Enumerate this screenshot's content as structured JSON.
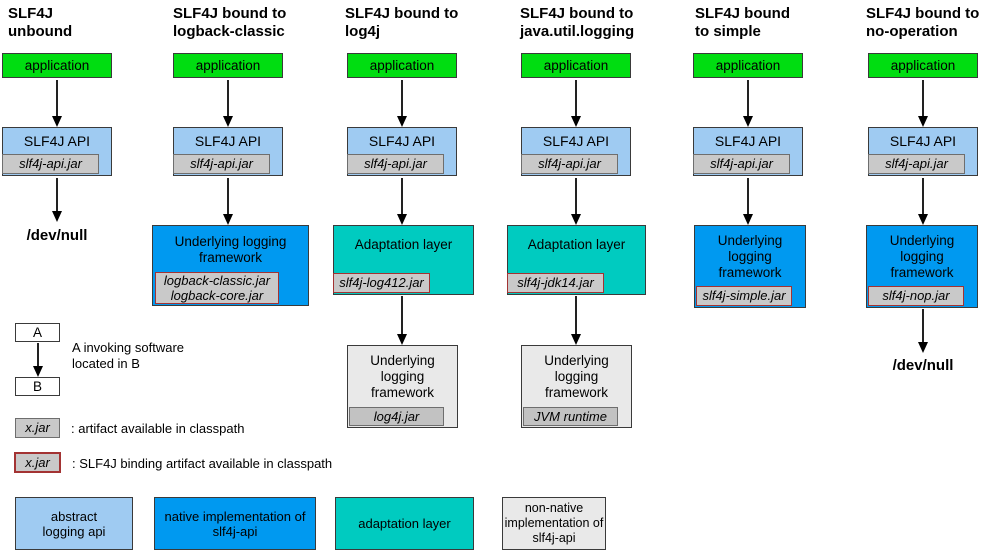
{
  "colors": {
    "application_green": "#00dd11",
    "abstract_api_light_blue": "#9fcbf2",
    "native_impl_blue": "#0099f0",
    "adaptation_teal": "#00cbc0",
    "non_native_grey": "#e9e9e9",
    "artifact_grey": "#c9c9c9",
    "binding_border_red": "#a33333"
  },
  "columns": [
    {
      "title_line1": "SLF4J",
      "title_line2": "unbound",
      "application_label": "application",
      "api_label": "SLF4J API",
      "api_jar": "slf4j-api.jar",
      "sink_label": "/dev/null"
    },
    {
      "title_line1": "SLF4J bound to",
      "title_line2": "logback-classic",
      "application_label": "application",
      "api_label": "SLF4J API",
      "api_jar": "slf4j-api.jar",
      "framework_label": "Underlying logging framework",
      "framework_jars": [
        "logback-classic.jar",
        "logback-core.jar"
      ]
    },
    {
      "title_line1": "SLF4J bound to",
      "title_line2": "log4j",
      "application_label": "application",
      "api_label": "SLF4J API",
      "api_jar": "slf4j-api.jar",
      "adaptation_label": "Adaptation layer",
      "adaptation_jar": "slf4j-log412.jar",
      "framework_label": "Underlying logging framework",
      "framework_jar": "log4j.jar"
    },
    {
      "title_line1": "SLF4J bound to",
      "title_line2": "java.util.logging",
      "application_label": "application",
      "api_label": "SLF4J API",
      "api_jar": "slf4j-api.jar",
      "adaptation_label": "Adaptation layer",
      "adaptation_jar": "slf4j-jdk14.jar",
      "framework_label": "Underlying logging framework",
      "framework_jar": "JVM runtime"
    },
    {
      "title_line1": "SLF4J bound",
      "title_line2": "to simple",
      "application_label": "application",
      "api_label": "SLF4J API",
      "api_jar": "slf4j-api.jar",
      "framework_label": "Underlying logging framework",
      "framework_jar": "slf4j-simple.jar"
    },
    {
      "title_line1": "SLF4J bound to",
      "title_line2": "no-operation",
      "application_label": "application",
      "api_label": "SLF4J API",
      "api_jar": "slf4j-api.jar",
      "framework_label": "Underlying logging framework",
      "framework_jar": "slf4j-nop.jar",
      "sink_label": "/dev/null"
    }
  ],
  "legend": {
    "invocation": {
      "a": "A",
      "b": "B",
      "description": "A invoking software located in B"
    },
    "artifact": {
      "jar": "x.jar",
      "description": ": artifact available in classpath"
    },
    "binding_artifact": {
      "jar": "x.jar",
      "description": ": SLF4J binding artifact available in classpath"
    },
    "box_types": [
      {
        "label": "abstract logging api",
        "color": "#9fcbf2"
      },
      {
        "label": "native implementation of slf4j-api",
        "color": "#0099f0"
      },
      {
        "label": "adaptation layer",
        "color": "#00cbc0"
      },
      {
        "label": "non-native implementation of slf4j-api",
        "color": "#e9e9e9"
      }
    ]
  }
}
